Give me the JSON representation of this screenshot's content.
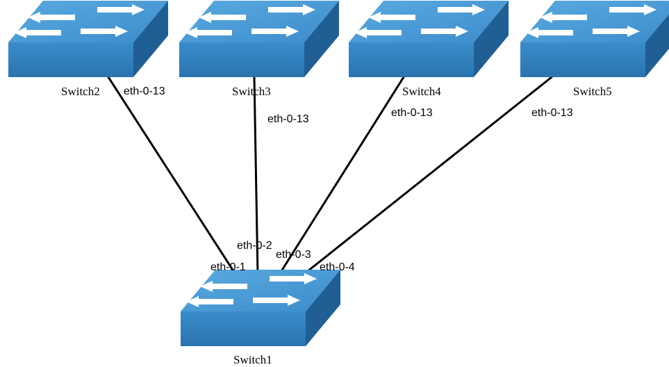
{
  "colors": {
    "switch_top": "#4a9ed6",
    "switch_top_light": "#6cb4e2",
    "switch_front": "#2f7fbd",
    "switch_side": "#1f5f94",
    "arrow": "#ffffff",
    "link": "#000000"
  },
  "icon": "network-switch-icon",
  "switches": {
    "s1": {
      "name": "Switch1"
    },
    "s2": {
      "name": "Switch2"
    },
    "s3": {
      "name": "Switch3"
    },
    "s4": {
      "name": "Switch4"
    },
    "s5": {
      "name": "Switch5"
    }
  },
  "links": [
    {
      "from": "Switch1",
      "from_port": "eth-0-1",
      "to": "Switch2",
      "to_port": "eth-0-13"
    },
    {
      "from": "Switch1",
      "from_port": "eth-0-2",
      "to": "Switch3",
      "to_port": "eth-0-13"
    },
    {
      "from": "Switch1",
      "from_port": "eth-0-3",
      "to": "Switch4",
      "to_port": "eth-0-13"
    },
    {
      "from": "Switch1",
      "from_port": "eth-0-4",
      "to": "Switch5",
      "to_port": "eth-0-13"
    }
  ]
}
